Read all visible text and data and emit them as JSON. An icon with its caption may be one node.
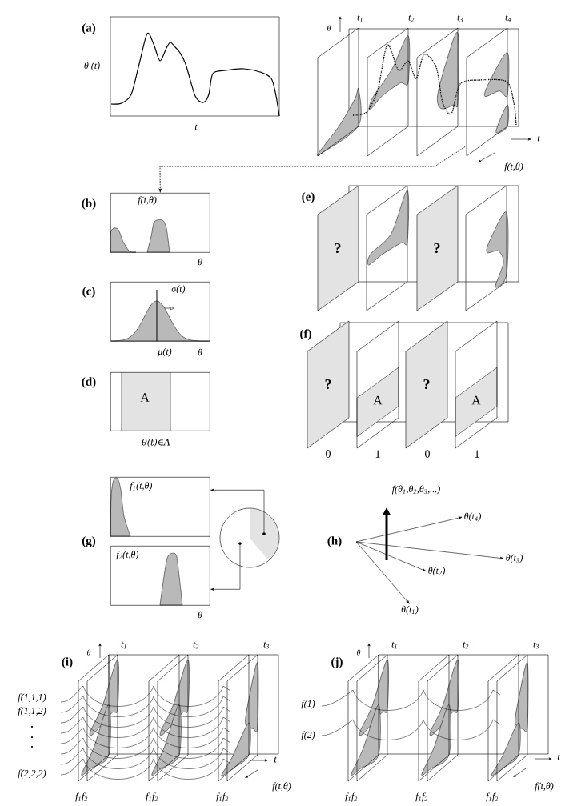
{
  "diagram": {
    "nodes": [
      {
        "text": [],
        "shape": "picture"
      },
      {
        "text": [
          "f(t,θ)"
        ],
        "beside": [
          "θ"
        ]
      },
      {
        "text": [
          "σ(t)"
        ],
        "beside": [
          "μ(t)",
          "θ"
        ]
      },
      {
        "text": [
          "A"
        ],
        "beside": [
          "θ(t)∈A"
        ]
      },
      {
        "text": [
          "f$_{1}$(t,θ)"
        ]
      },
      {
        "text": [
          "f$_{2}$(t,θ)"
        ],
        "beside": [
          "θ"
        ]
      },
      {
        "text": [],
        "shape": "circle"
      },
      {
        "text": [
          "θ(t$_{4}$)"
        ]
      },
      {
        "text": [
          "θ(t$_{3}$)"
        ]
      },
      {
        "text": [
          "θ(t$_{2}$)"
        ]
      },
      {
        "text": [
          "θ(t$_{1}$)"
        ]
      }
    ],
    "edges": [
      {
        "from": 0,
        "to": 1,
        "arrow": "to",
        "style": "dashed"
      },
      {
        "from": 6,
        "to": 4,
        "arrow": "to"
      },
      {
        "from": 6,
        "to": 5,
        "arrow": "to"
      },
      {
        "from": null,
        "to": 7,
        "arrow": "to"
      },
      {
        "from": null,
        "to": 8,
        "arrow": "to"
      },
      {
        "from": null,
        "to": 9,
        "arrow": "to"
      },
      {
        "from": null,
        "to": 10,
        "arrow": "to"
      }
    ],
    "labels": [
      "(a)",
      "θ (t)",
      "t",
      "θ",
      "t$_{1}$",
      "t$_{2}$",
      "t$_{3}$",
      "t$_{4}$",
      "t",
      "f(t,θ)",
      "(b)",
      "(e)",
      "?",
      "?",
      "(c)",
      "(f)",
      "?",
      "A",
      "?",
      "A",
      "(d)",
      "0",
      "1",
      "0",
      "1",
      "f(θ$_{1}$,θ$_{2}$,θ$_{3}$,...)",
      "(g)",
      "(h)",
      "(i)",
      "θ",
      "t$_{1}$",
      "t$_{2}$",
      "t$_{3}$",
      "(j)",
      "θ",
      "t$_{1}$",
      "t$_{2}$",
      "t$_{3}$",
      "f(1,1,1)",
      "f(1,1,2)",
      "f(2,2,2)",
      "f(1)",
      "f(2)",
      "t",
      "f(t,θ)",
      "t",
      "f(t,θ)",
      "f$_{1}$f$_{2}$",
      "f$_{1}$f$_{2}$",
      "f$_{1}$f$_{2}$",
      "f$_{1}$f$_{2}$",
      "f$_{1}$f$_{2}$",
      "f$_{1}$f$_{2}$"
    ]
  }
}
